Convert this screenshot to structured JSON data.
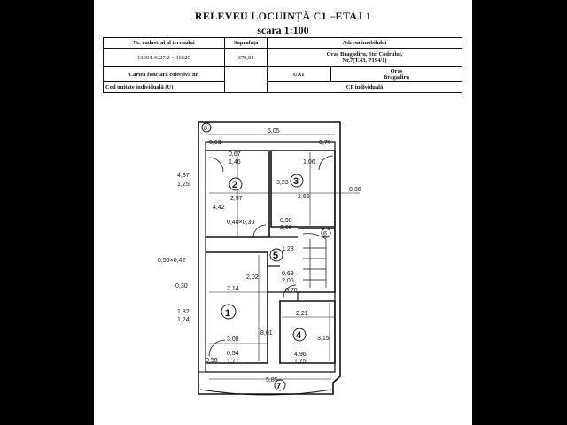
{
  "header": {
    "title": "RELEVEU LOCUINȚĂ C1 –ETAJ 1",
    "scale": "scara 1:100"
  },
  "info_table": {
    "cadastral_label": "Nr. cadastral al terenului",
    "area_label": "Suprafața",
    "address_label": "Adresa imobilului",
    "cadastral_value": "1390/1/6/27/2 = 16620",
    "area_value": "370,04",
    "address_value_1": "Oraș Bragadiru, Str. Codrului,",
    "address_value_2": "Nr.7(T.43, P194/1)",
    "carte_label": "Cartea funciară colectivă nr.",
    "uat_label": "UAT",
    "uat_value_1": "Oraș",
    "uat_value_2": "Bragadiru",
    "cod_label": "Cod unitate individuală (U)",
    "cf_label": "CF individuală"
  },
  "plan": {
    "rooms": [
      {
        "id": "1",
        "label": "1"
      },
      {
        "id": "2",
        "label": "2"
      },
      {
        "id": "3",
        "label": "3"
      },
      {
        "id": "4",
        "label": "4"
      },
      {
        "id": "5",
        "label": "5"
      },
      {
        "id": "6",
        "label": "6"
      },
      {
        "id": "7",
        "label": "7"
      },
      {
        "id": "8",
        "label": "8"
      }
    ],
    "dims": {
      "top_width": "5,05",
      "bottom_width": "5,85",
      "right_side": "0,30",
      "left_top_1": "4,37",
      "left_top_2": "1,25",
      "left_mid": "0,56×0,42",
      "left_wall": "0,30",
      "left_low_1": "1,82",
      "left_low_2": "1,24",
      "r2_door_top_1": "0,63",
      "r2_door_top_2": "0,67",
      "r2_window": "1,46",
      "r2_width": "2,57",
      "r2_height": "4,42",
      "r2_bottom": "0,40×0,30",
      "r3_door_top": "0,76",
      "r3_window": "1,06",
      "r3_height": "3,23",
      "r3_width": "2,66",
      "r5_w_1": "0,98",
      "r5_w_2": "2,00",
      "r5_1": "1,28",
      "r5_2": "0,69",
      "r5_3": "2,00",
      "r5_4": "0,70",
      "r1_top": "2,02",
      "r1_width": "2,14",
      "r1_bottom": "3,08",
      "r1_right": "8,01",
      "r1_door_1": "0,54",
      "r1_door_2": "1,71",
      "r1_corner": "0,56",
      "r4_width": "2,21",
      "r4_height": "3,15",
      "r4_bottom_1": "4,96",
      "r4_bottom_2": "1,75"
    }
  }
}
